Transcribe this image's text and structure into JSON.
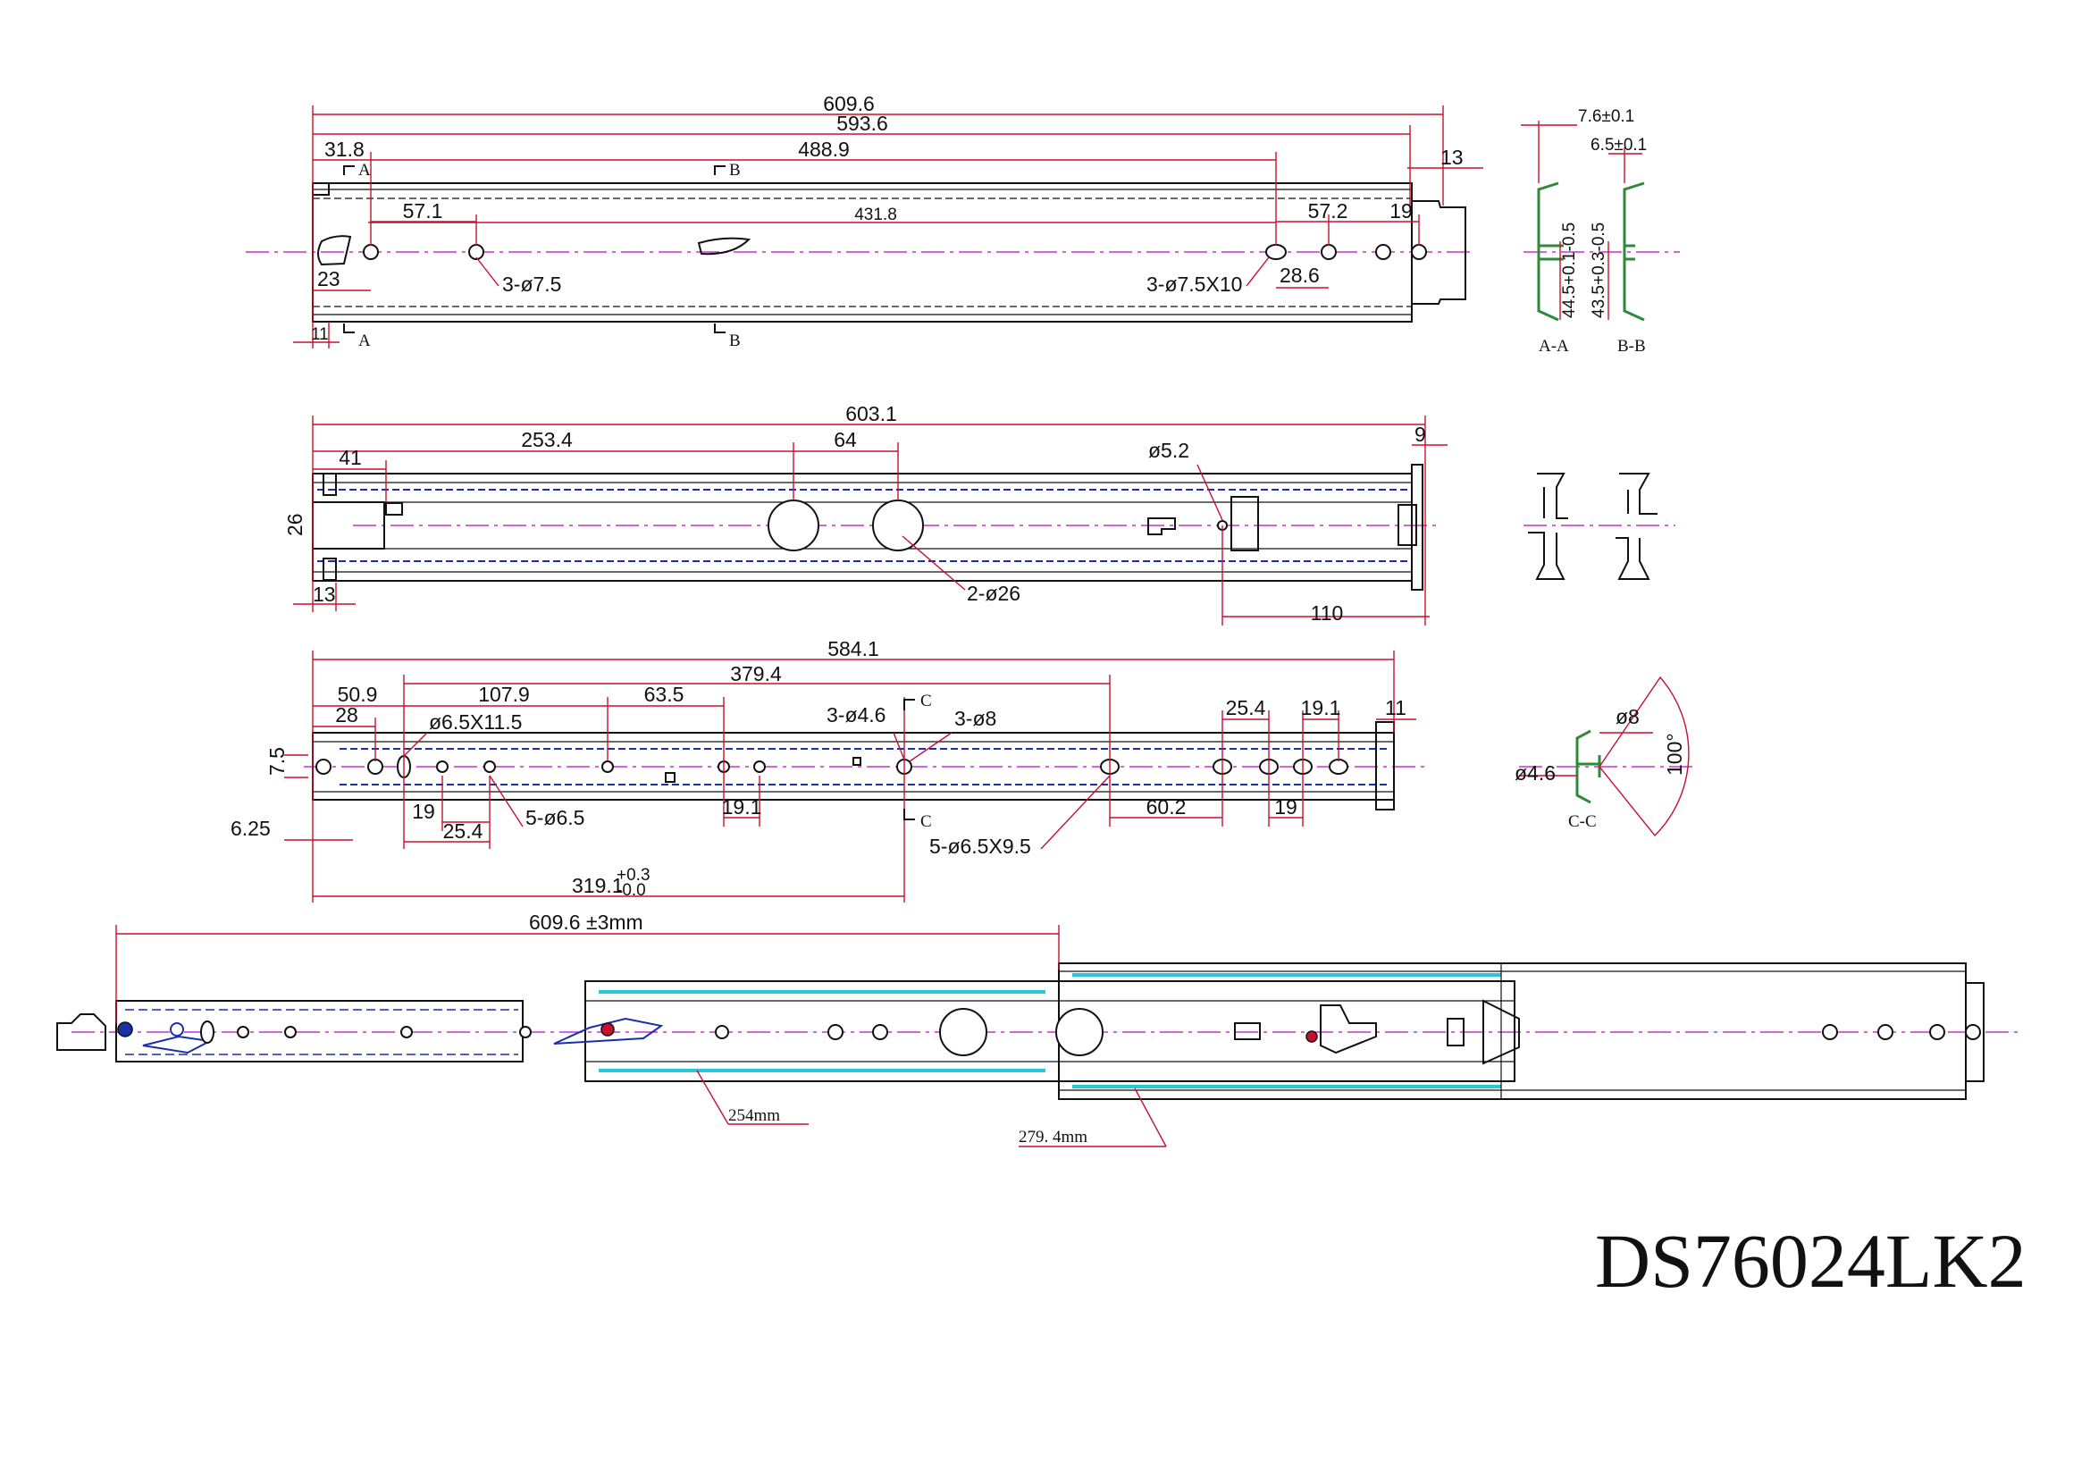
{
  "model": "DS76024LK2",
  "view1": {
    "dims": {
      "overall": "609.6",
      "inner": "593.6",
      "d1": "31.8",
      "d2": "488.9",
      "d3": "13",
      "d4": "57.1",
      "d5": "431.8",
      "d6": "57.2",
      "d7": "19",
      "d8": "23",
      "d9": "28.6",
      "d10": "11"
    },
    "callouts": {
      "holes_a": "3-ø7.5",
      "holes_b": "3-ø7.5X10"
    },
    "section_marks": {
      "a": "A",
      "b": "B"
    }
  },
  "sections_ab": {
    "dim_a": "7.6±0.1",
    "dim_b": "6.5±0.1",
    "height_a": "44.5+0.1-0.5",
    "height_b": "43.5+0.3-0.5",
    "label_a": "A-A",
    "label_b": "B-B"
  },
  "view2": {
    "dims": {
      "overall": "603.1",
      "d1": "41",
      "d2": "253.4",
      "d3": "64",
      "d4": "9",
      "d5": "26",
      "d6": "13",
      "d7": "110"
    },
    "callouts": {
      "pin": "ø5.2",
      "holes": "2-ø26"
    }
  },
  "view3": {
    "dims": {
      "overall": "584.1",
      "d1": "379.4",
      "d2": "50.9",
      "d3": "107.9",
      "d4": "63.5",
      "d5": "28",
      "d6": "7.5",
      "d7": "6.25",
      "d8": "19",
      "d9": "25.4",
      "d10": "19.1",
      "d11": "319.1",
      "d11_tol": "+0.3",
      "d11_tol2": "-0.0",
      "d12": "25.4",
      "d13": "19.1",
      "d14": "11",
      "d15": "60.2",
      "d16": "19"
    },
    "callouts": {
      "slot": "ø6.5X11.5",
      "holes_small": "3-ø4.6",
      "holes_big": "3-ø8",
      "holes_round": "5-ø6.5",
      "slots": "5-ø6.5X9.5"
    },
    "section_mark": "C"
  },
  "section_c": {
    "dia_a": "ø8",
    "dia_b": "ø4.6",
    "angle": "100°",
    "label": "C-C"
  },
  "assembly": {
    "travel": "609.6 ±3mm",
    "len_a": "254mm",
    "len_b": "279. 4mm"
  }
}
